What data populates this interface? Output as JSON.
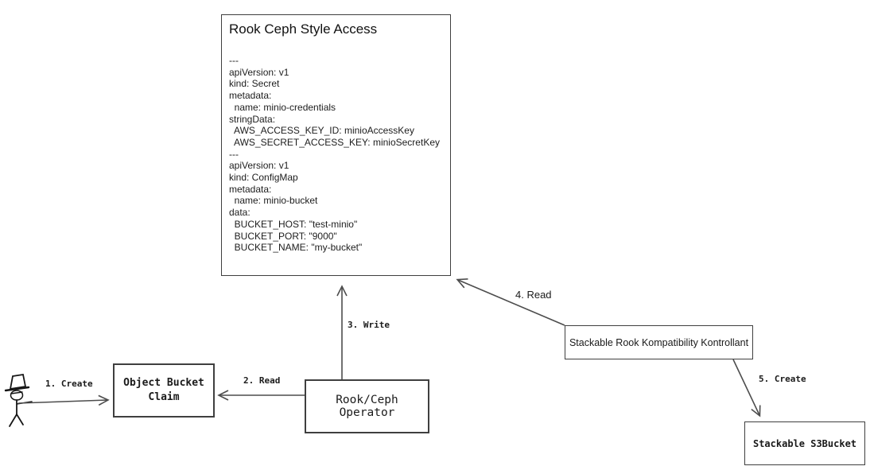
{
  "diagram": {
    "colors": {
      "background": "#ffffff",
      "line": "#4d4d4d",
      "border": "#3f3f3f",
      "text": "#1a1a1a"
    },
    "nodes": {
      "rook_ceph_style_access": {
        "title": "Rook Ceph Style Access",
        "yaml_lines": [
          "---",
          "apiVersion: v1",
          "kind: Secret",
          "metadata:",
          "  name: minio-credentials",
          "stringData:",
          "  AWS_ACCESS_KEY_ID: minioAccessKey",
          "  AWS_SECRET_ACCESS_KEY: minioSecretKey",
          "---",
          "apiVersion: v1",
          "kind: ConfigMap",
          "metadata:",
          "  name: minio-bucket",
          "data:",
          "  BUCKET_HOST: \"test-minio\"",
          "  BUCKET_PORT: \"9000\"",
          "  BUCKET_NAME: \"my-bucket\""
        ]
      },
      "object_bucket_claim": {
        "label_lines": [
          "Object Bucket",
          "Claim"
        ]
      },
      "rook_ceph_operator": {
        "label": "Rook/Ceph Operator"
      },
      "stackable_rook_kompatibility_kontrollant": {
        "label": "Stackable Rook Kompatibility Kontrollant"
      },
      "stackable_s3bucket": {
        "label": "Stackable S3Bucket"
      }
    },
    "actor": {
      "name": "user"
    },
    "arrows": [
      {
        "label": "1. Create",
        "from": "user",
        "to": "object_bucket_claim"
      },
      {
        "label": "2. Read",
        "from": "rook_ceph_operator",
        "to": "object_bucket_claim"
      },
      {
        "label": "3. Write",
        "from": "rook_ceph_operator",
        "to": "rook_ceph_style_access"
      },
      {
        "label": "4. Read",
        "from": "stackable_rook_kompatibility_kontrollant",
        "to": "rook_ceph_style_access"
      },
      {
        "label": "5. Create",
        "from": "stackable_rook_kompatibility_kontrollant",
        "to": "stackable_s3bucket"
      }
    ]
  }
}
